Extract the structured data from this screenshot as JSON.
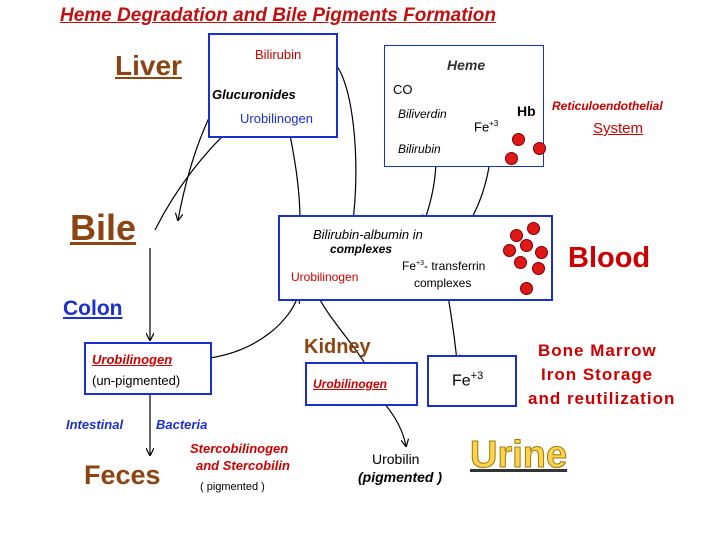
{
  "title": "Heme Degradation and Bile Pigments Formation",
  "liver": {
    "label": "Liver",
    "bilirubin": "Bilirubin",
    "glucuronides": "Glucuronides",
    "urobilinogen": "Urobilinogen"
  },
  "res": {
    "heme": "Heme",
    "co": "CO",
    "biliverdin": "Biliverdin",
    "fe": "Fe",
    "fe_sup": "+3",
    "hb": "Hb",
    "bilirubin": "Bilirubin",
    "label_line1": "Reticuloendothelial",
    "label_line2": "System"
  },
  "bile": {
    "label": "Bile"
  },
  "blood": {
    "label": "Blood",
    "bilirubin_albumin": "Bilirubin-albumin in",
    "complexes": "complexes",
    "urobilinogen": "Urobilinogen",
    "fe": "Fe",
    "fe_sup": "+3",
    "transferrin": "- transferrin",
    "transferrin_complexes": "complexes"
  },
  "colon": {
    "label": "Colon",
    "urobilinogen": "Urobilinogen",
    "unpigmented": "(un-pigmented)"
  },
  "intestinal": "Intestinal",
  "bacteria": "Bacteria",
  "feces": {
    "label": "Feces",
    "sterco_line1": "Stercobilinogen",
    "sterco_line2": "and Stercobilin",
    "pigmented": "( pigmented )"
  },
  "kidney": {
    "label": "Kidney",
    "urobilinogen": "Urobilinogen"
  },
  "iron_box": {
    "fe": "Fe",
    "fe_sup": "+3"
  },
  "bone_marrow": {
    "line1": "Bone Marrow",
    "line2": "Iron Storage",
    "line3": "and reutilization"
  },
  "urine": {
    "label": "Urine",
    "urobilin": "Urobilin",
    "pigmented": "(pigmented )"
  },
  "colors": {
    "title": "#c01010",
    "section_label": "#8b4513",
    "red_text": "#cc0000",
    "blue_text": "#1a2fd0",
    "box_border": "#1a2fd0",
    "blood_cells": "#e01818",
    "urine_label": "#c8a000"
  }
}
